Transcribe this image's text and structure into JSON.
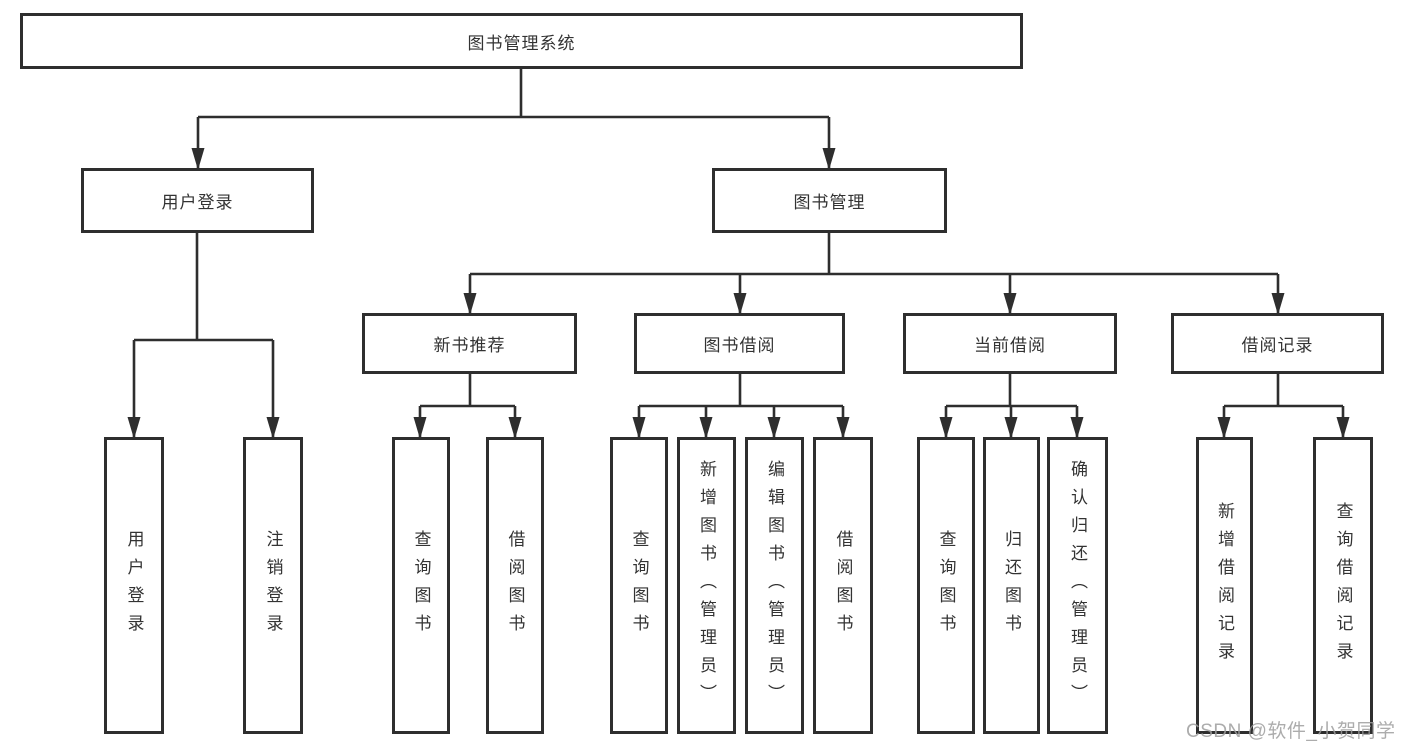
{
  "tree": {
    "root": "图书管理系统",
    "level2": [
      {
        "label": "用户登录",
        "leaves": [
          "用户登录",
          "注销登录"
        ]
      },
      {
        "label": "图书管理",
        "groups": [
          {
            "label": "新书推荐",
            "leaves": [
              "查询图书",
              "借阅图书"
            ]
          },
          {
            "label": "图书借阅",
            "leaves": [
              "查询图书",
              "新增图书（管理员）",
              "编辑图书（管理员）",
              "借阅图书"
            ]
          },
          {
            "label": "当前借阅",
            "leaves": [
              "查询图书",
              "归还图书",
              "确认归还（管理员）"
            ]
          },
          {
            "label": "借阅记录",
            "leaves": [
              "新增借阅记录",
              "查询借阅记录"
            ]
          }
        ]
      }
    ]
  },
  "watermark": {
    "text": "CSDN @软件_小贺同学"
  },
  "colors": {
    "background": "#ffffff",
    "line": "#2e2e2e",
    "box_border": "#2e2e2e",
    "box_fill": "#ffffff",
    "text": "#333333",
    "watermark": "#9e9e9e"
  }
}
